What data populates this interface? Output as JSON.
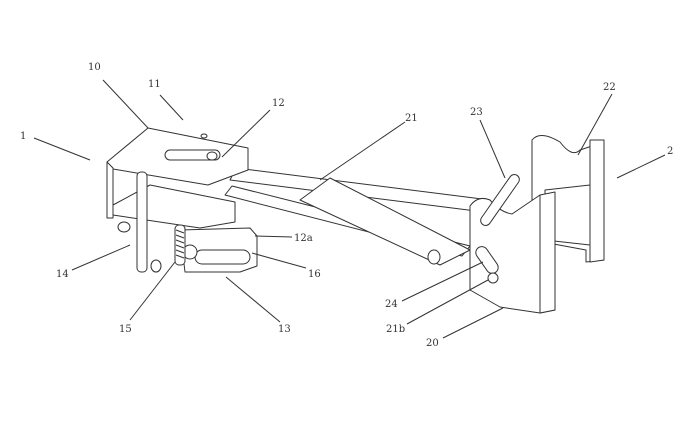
{
  "figure": {
    "labels": {
      "l1": "1",
      "l10": "10",
      "l11": "11",
      "l12": "12",
      "l21": "21",
      "l23": "23",
      "l22": "22",
      "l2": "2",
      "l12a": "12a",
      "l14": "14",
      "l16": "16",
      "l15": "15",
      "l13": "13",
      "l24": "24",
      "l21b": "21b",
      "l20": "20"
    }
  }
}
